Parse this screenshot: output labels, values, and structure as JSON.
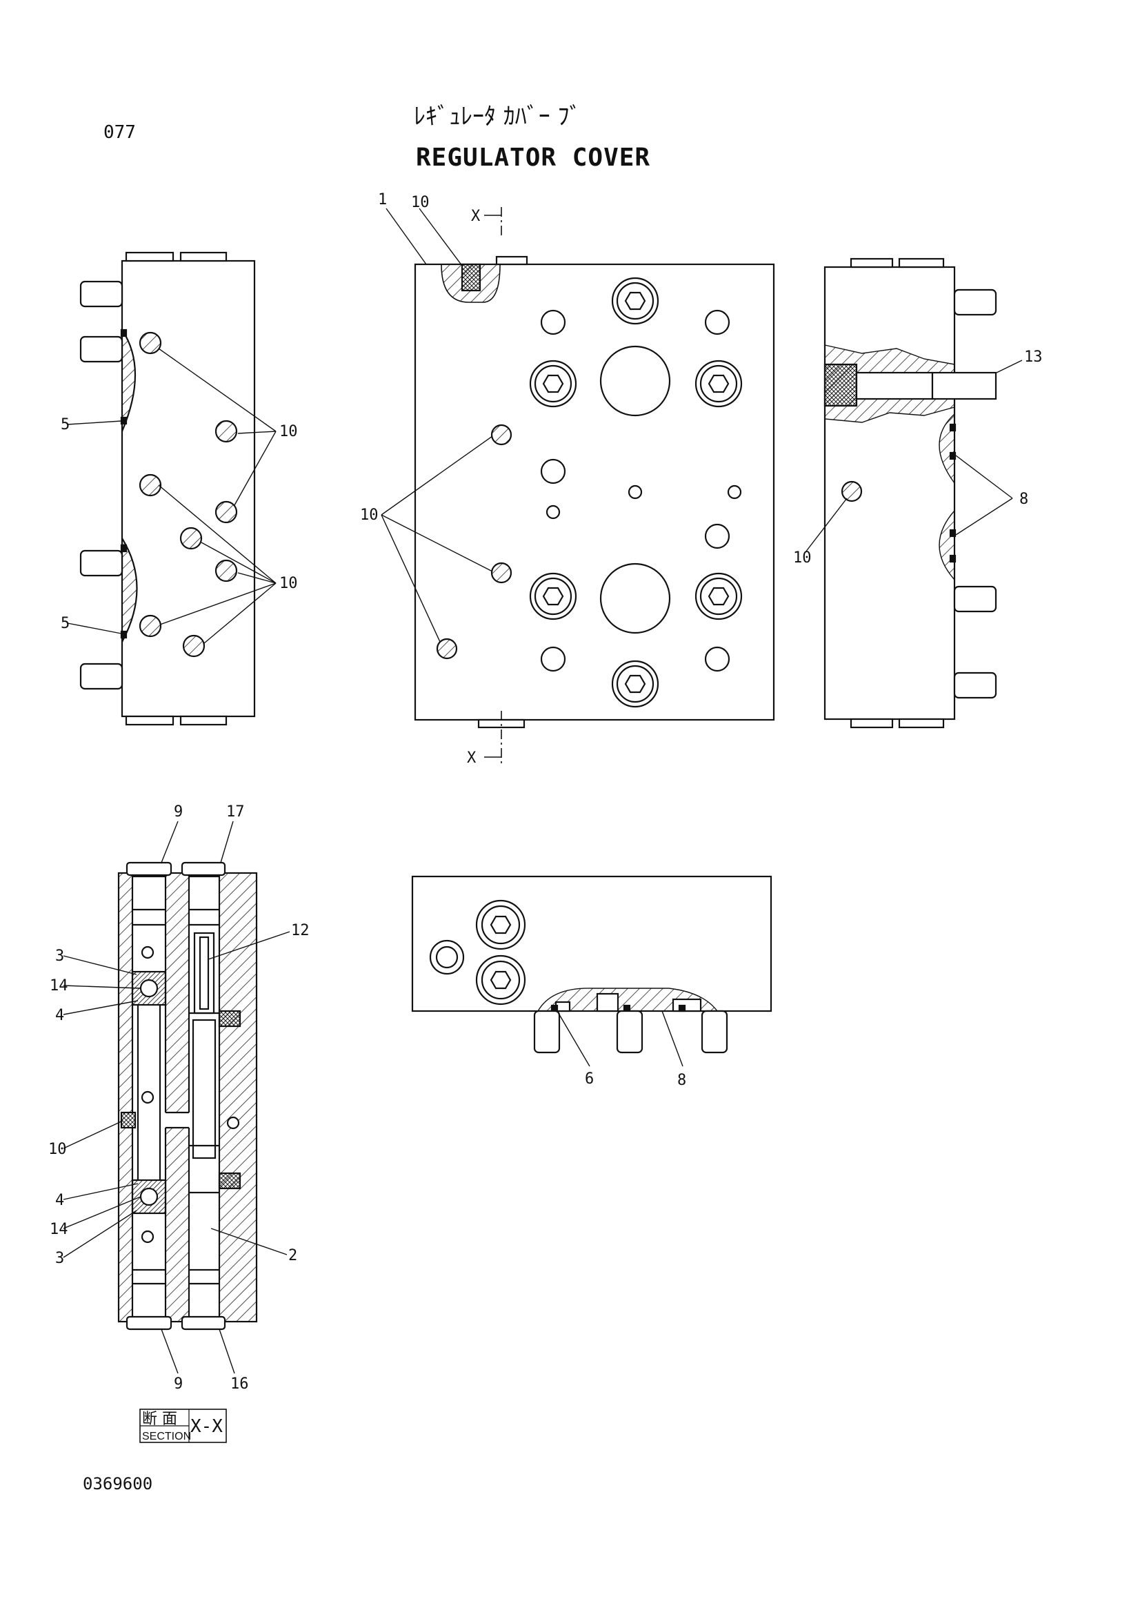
{
  "header": {
    "page_code": "077",
    "title_jp": "ﾚｷﾞｭﾚｰﾀ ｶﾊﾞｰ ﾌﾞ",
    "title_en": "REGULATOR COVER"
  },
  "callouts": {
    "front_part_1": "1",
    "front_part_10_top": "10",
    "front_part_10_left": "10",
    "section_marker_top": "X",
    "section_marker_bottom": "X",
    "left_part_5_upper": "5",
    "left_part_5_lower": "5",
    "left_part_10_upper": "10",
    "left_part_10_lower": "10",
    "right_part_13": "13",
    "right_part_8": "8",
    "right_part_10": "10",
    "bottom_part_6": "6",
    "bottom_part_8": "8",
    "sec_part_9_top": "9",
    "sec_part_17": "17",
    "sec_part_12": "12",
    "sec_part_3_upper": "3",
    "sec_part_14_upper": "14",
    "sec_part_4_upper": "4",
    "sec_part_10": "10",
    "sec_part_4_lower": "4",
    "sec_part_14_lower": "14",
    "sec_part_3_lower": "3",
    "sec_part_2": "2",
    "sec_part_9_bottom": "9",
    "sec_part_16": "16"
  },
  "section_label": {
    "jp": "断 面",
    "en": "SECTION",
    "id": "X-X"
  },
  "drawing_number": "0369600"
}
